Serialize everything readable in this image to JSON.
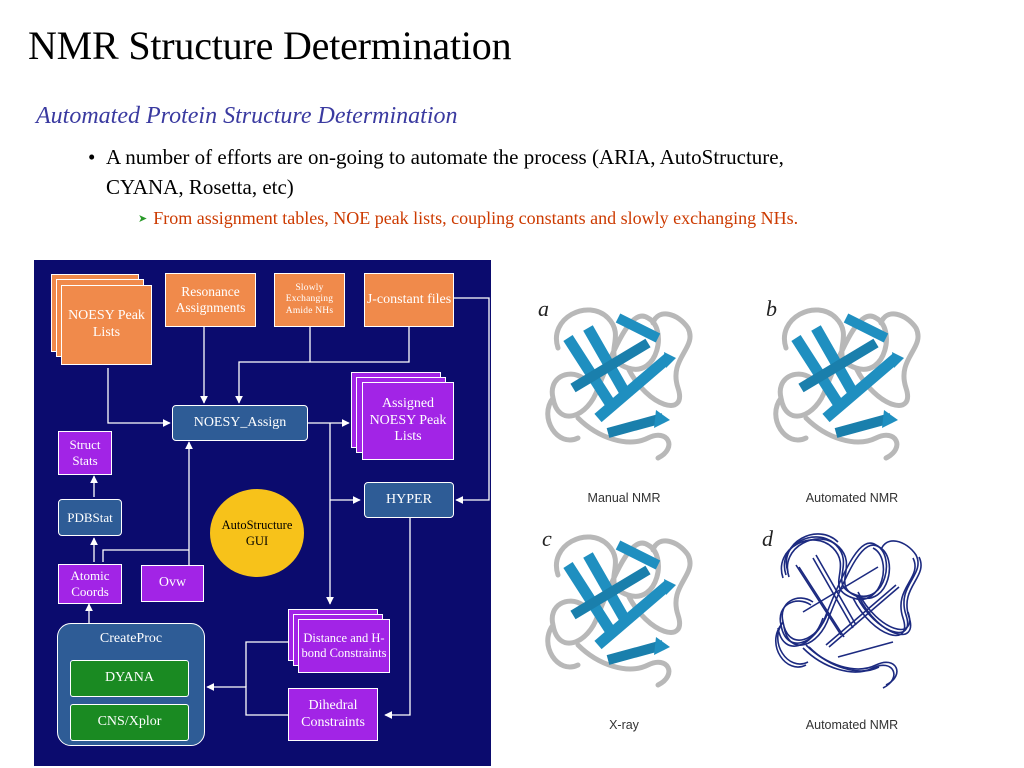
{
  "slide": {
    "title": "NMR Structure Determination",
    "subtitle": "Automated Protein Structure Determination",
    "bullet1": "A number of efforts are on-going to automate the process (ARIA, AutoStructure, CYANA, Rosetta, etc)",
    "bullet2": "From assignment tables, NOE peak lists, coupling constants and slowly exchanging NHs."
  },
  "flowchart": {
    "noesy_peak_lists": "NOESY Peak Lists",
    "resonance_assignments": "Resonance Assignments",
    "slowly_exchanging": "Slowly Exchanging Amide NHs",
    "j_constant": "J-constant files",
    "noesy_assign": "NOESY_Assign",
    "assigned_noesy": "Assigned NOESY Peak Lists",
    "struct_stats": "Struct Stats",
    "pdbstat": "PDBStat",
    "autostructure_gui": "AutoStructure GUI",
    "hyper": "HYPER",
    "atomic_coords": "Atomic Coords",
    "ovw": "Ovw",
    "createproc": "CreateProc",
    "dyana": "DYANA",
    "cns_xplor": "CNS/Xplor",
    "distance_constraints": "Distance and H-bond Constraints",
    "dihedral_constraints": "Dihedral Constraints"
  },
  "figure": {
    "panels": [
      {
        "letter": "a",
        "caption": "Manual NMR"
      },
      {
        "letter": "b",
        "caption": "Automated NMR"
      },
      {
        "letter": "c",
        "caption": "X-ray"
      },
      {
        "letter": "d",
        "caption": "Automated NMR"
      }
    ]
  },
  "colors": {
    "flow_background": "#0b0b6e",
    "input_box": "#f08a4b",
    "output_box": "#a224e6",
    "process_box": "#2e5c96",
    "program_box": "#1a8a22",
    "gui_ellipse": "#f7c21a",
    "ribbon_sheet": "#1f8fc0",
    "ribbon_coil": "#b8b8b8",
    "ensemble": "#1c2a80",
    "subtitle": "#3a3aa0",
    "sub_bullet": "#cc3a00"
  }
}
